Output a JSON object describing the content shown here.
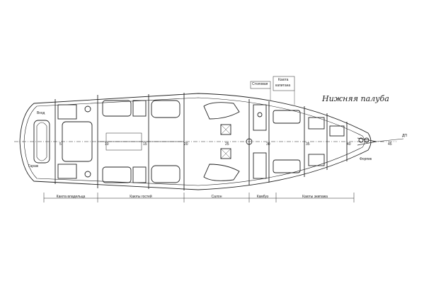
{
  "title": "Нижняя палуба",
  "top_labels": {
    "stolovaya": "Столовая",
    "kayuta_kapitana_1": "Каюта",
    "kayuta_kapitana_2": "капитана"
  },
  "small_labels": {
    "vhod": "Вход",
    "garazh": "Гараж",
    "forpik": "Форпик",
    "dp": "ДП"
  },
  "frame_numbers": [
    "5",
    "10",
    "15",
    "20",
    "25",
    "30",
    "35",
    "40",
    "45"
  ],
  "zones": [
    "Каюта владельца",
    "Каюты гостей",
    "Салон",
    "Камбуз",
    "Каюты экипажа"
  ]
}
